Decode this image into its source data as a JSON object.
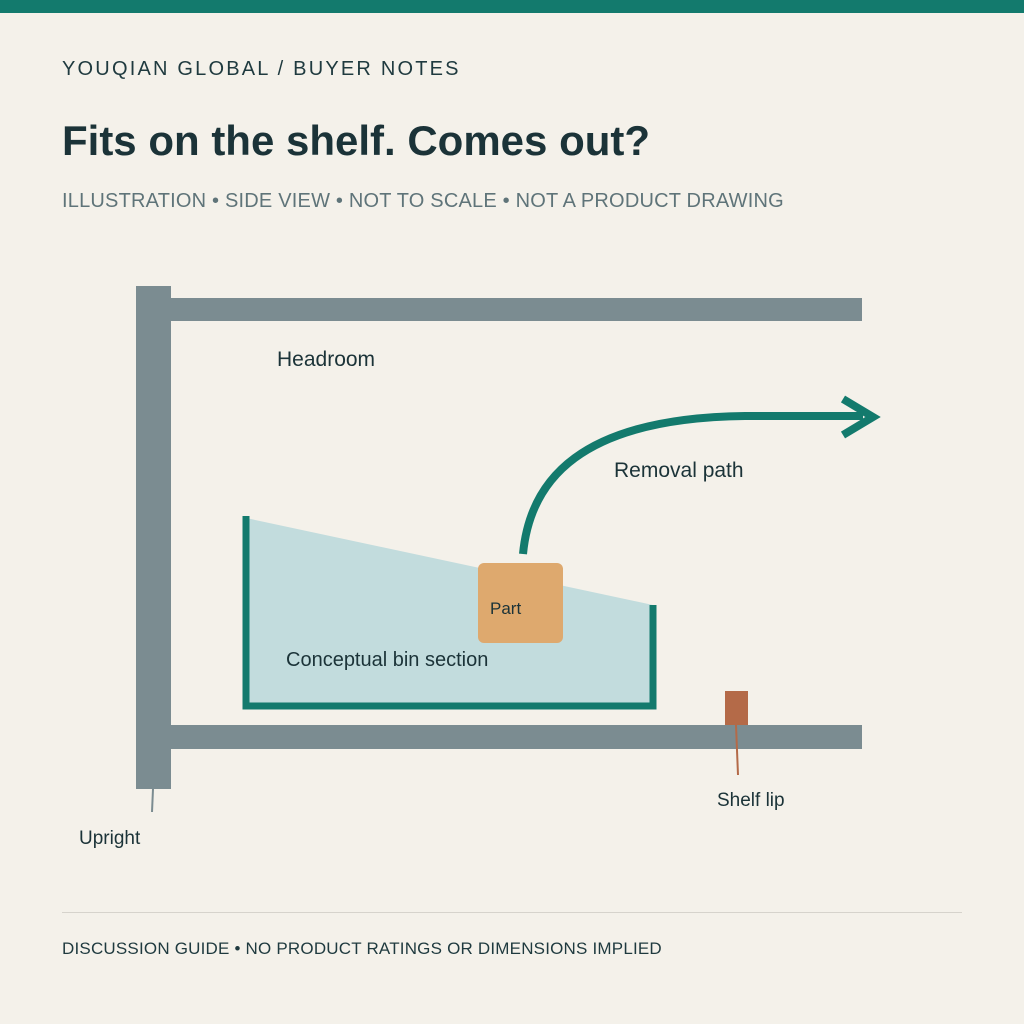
{
  "header": {
    "eyebrow": "YOUQIAN GLOBAL / BUYER NOTES",
    "title": "Fits on the shelf. Comes out?",
    "subtitle": "ILLUSTRATION • SIDE VIEW • NOT TO SCALE • NOT A PRODUCT DRAWING"
  },
  "diagram": {
    "labels": {
      "headroom": "Headroom",
      "removal_path": "Removal path",
      "part": "Part",
      "bin": "Conceptual bin section",
      "shelf_lip": "Shelf lip",
      "upright": "Upright"
    },
    "colors": {
      "structure": "#7b8c91",
      "accent": "#137a6d",
      "bin_fill": "#c2dcdd",
      "part": "#dea96e",
      "lip": "#b46a48"
    }
  },
  "footer": {
    "note": "DISCUSSION GUIDE • NO PRODUCT RATINGS OR DIMENSIONS IMPLIED"
  }
}
